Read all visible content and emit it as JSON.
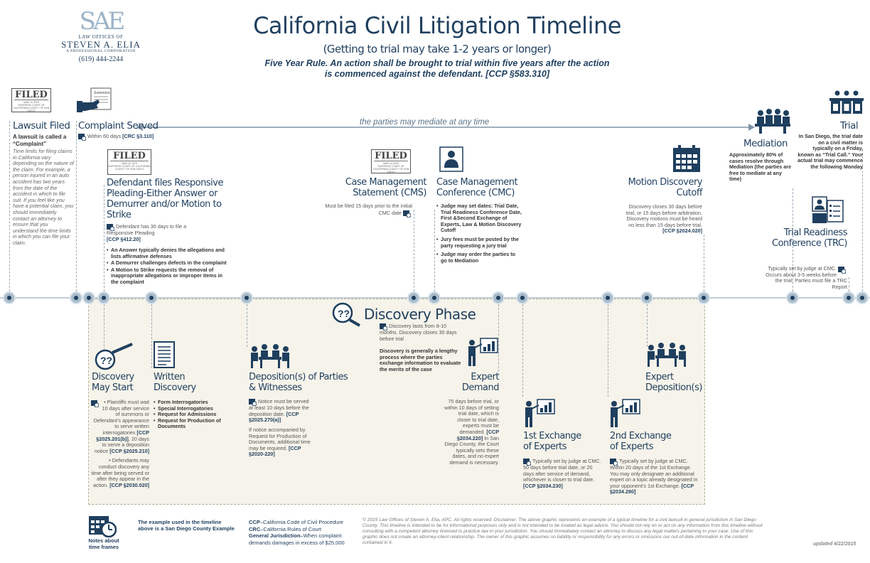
{
  "logo": {
    "mark": "SAE",
    "line1": "LAW OFFICES OF",
    "line2": "STEVEN A. ELIA",
    "line3": "A PROFESSIONAL CORPORATION",
    "phone": "(619) 444-2244"
  },
  "header": {
    "title": "California Civil Litigation Timeline",
    "subtitle": "(Getting to trial may take 1-2 years or longer)",
    "rule": "Five Year Rule. An action shall be brought to trial within five years after the action is commenced against the defendant. [CCP §583.310]"
  },
  "stamp": {
    "title": "FILED",
    "date": "MAR 24 2015",
    "court": "SUPERIOR COURT OF CALIFORNIA COUNTY OF SAN DIEGO"
  },
  "summons_label": "Summons",
  "mediate_note": "the parties may mediate at any time",
  "lawsuit": {
    "title": "Lawsuit Filed",
    "lead": "A lawsuit is called a “Complaint”",
    "text": "Time limits for filing claims in California vary depending on the nature of the claim. For example, a person injured in an auto accident has two years from the date of the accident in which to file suit. If you feel like you have a potential claim, you should immediately contact an attorney to ensure that you understand the time limits in which you can file your claim."
  },
  "complaint": {
    "title": "Complaint Served",
    "text": "Within 60 days",
    "cite": "[CRC §3.110]"
  },
  "defendant": {
    "title": "Defendant files Responsive Pleading-Either Answer or Demurrer and/or Motion to Strike",
    "text": "Defendant has 30 days to file a Responsive Pleading",
    "cite": "[CCP §412.20]",
    "bullets": [
      "An Answer typically denies the allegations and lists affirmative defenses",
      "A Demurrer challenges defects in the complaint",
      "A Motion to Strike requests the removal of inappropriate allegations or improper items in the complaint"
    ]
  },
  "cms": {
    "title": "Case Management Statement (CMS)",
    "text": "Must be filed 15 days prior to the initial CMC date"
  },
  "cmc": {
    "title": "Case Management Conference (CMC)",
    "bullets": [
      "Judge may set dates: Trial Date, Trial Readiness Conference Date, First &Second Exchange of Experts, Law & Motion Discovery Cutoff",
      "Jury fees must be posted by the party requesting a jury trial",
      "Judge may order the parties to go to Mediation"
    ]
  },
  "motion": {
    "title": "Motion Discovery Cutoff",
    "text": "Discovery closes 30 days before trial, or 15 days before arbitration. Discovery motions must be heard no less than 15 days before trial.",
    "cite": "[CCP §2024.020]"
  },
  "mediation": {
    "title": "Mediation",
    "text": "Approximately 80% of cases resolve through Mediation (the parties are free to mediate at any time)"
  },
  "trial": {
    "title": "Trial",
    "text": "In San Diego, the trial date on a civil matter is typically on a Friday, known as “Trial Call.” Your actual trial may commence the following Monday"
  },
  "trc": {
    "title": "Trial Readiness Conference (TRC)",
    "text": "Typically set by judge at CMC. Occurs about 3-5 weeks before the trial. Parties must file a TRC Report"
  },
  "discovery": {
    "title": "Discovery Phase",
    "text1": "Discovery lasts from 8-10 months. Discovery closes 30 days before trial",
    "text2": "Discovery is generally a lengthy process where the parties exchange information to evaluate the merits of the case"
  },
  "may_start": {
    "title": "Discovery May Start",
    "b1": "Plaintiffs must wait 10 days after service of summons or Defendant’s appearance to serve written interrogatories",
    "b1cite": "[CCP §2025.201(b)]",
    "b1b": ", 20 days to serve a deposition notice",
    "b1cite2": "[CCP §2025.210]",
    "b2": "Defendants may conduct discovery any time after being served or after they appear in the action.",
    "b2cite": "[CCP §2030.020]"
  },
  "written": {
    "title": "Written Discovery",
    "bullets": [
      "Form Interrogatories",
      "Special Interrogatories",
      "Request for Admissions",
      "Request for Production of Documents"
    ]
  },
  "depositions": {
    "title": "Deposition(s) of Parties & Witnesses",
    "text": "Notice must be served at least 10 days before the deposition date.",
    "cite": "[CCP §2025.270(a)]",
    "text2": "If notice accompanied by Request for Production of Documents, additional time may be required.",
    "cite2": "[CCP §2020-220]"
  },
  "expert_demand": {
    "title": "Expert Demand",
    "text": "70 days before trial, or within 10 days of setting trial date, which is closer to trial date, experts must be demanded.",
    "cite": "[CCP §2034.220]",
    "text2": "In San Diego County, the Court typically sets these dates, and no expert demand is necessary."
  },
  "exchange1": {
    "title": "1st Exchange of Experts",
    "text": "Typically set by judge at CMC. 50 days before trial date, or 20 days after service of demand, whichever is closer to trial date.",
    "cite": "[CCP §2034.230]"
  },
  "exchange2": {
    "title": "2nd Exchange of Experts",
    "text": "Typically set by judge at CMC. Within 20 days of the 1st Exchange. You may only designate an additional expert on a topic already designated in your opponent’s 1st Exchange.",
    "cite": "[CCP §2034.280]"
  },
  "expert_depo": {
    "title": "Expert Deposition(s)"
  },
  "footer": {
    "notes_label": "Notes about time frames",
    "example": "The example used in the timeline above is a San Diego County Example",
    "ccp_key": "CCP",
    "ccp": "–California Code of Civil Procedure",
    "crc_key": "CRC",
    "crc": "–California Rules of Court",
    "gj_key": "General Jurisdiction",
    "gj": "–When complaint demands damages in excess of $25,000",
    "disclaimer": "© 2015 Law Offices of Steven A. Elia, APC. All rights reserved. Disclaimer: The above graphic represents an example of a typical timeline for a civil lawsuit in general jurisdiction in San Diego County. This timeline is intended to be for informational purposes only and is not intended to be treated as legal advice. You should not rely on or act on any information from this timeline without consulting with a competent attorney licensed to practice law in your jurisdiction. You should immediately contact an attorney to discuss any legal matters pertaining to your case. Use of this graphic does not create an attorney-client relationship. The owner of this graphic assumes no liability or responsibility for any errors or omissions our out-of-date information in the content contained in it.",
    "updated": "updated 4/22/2015"
  },
  "colors": {
    "navy": "#1f3f5e",
    "steel": "#5b7489",
    "node": "#a9bccb",
    "panel": "#f6f3ea"
  }
}
